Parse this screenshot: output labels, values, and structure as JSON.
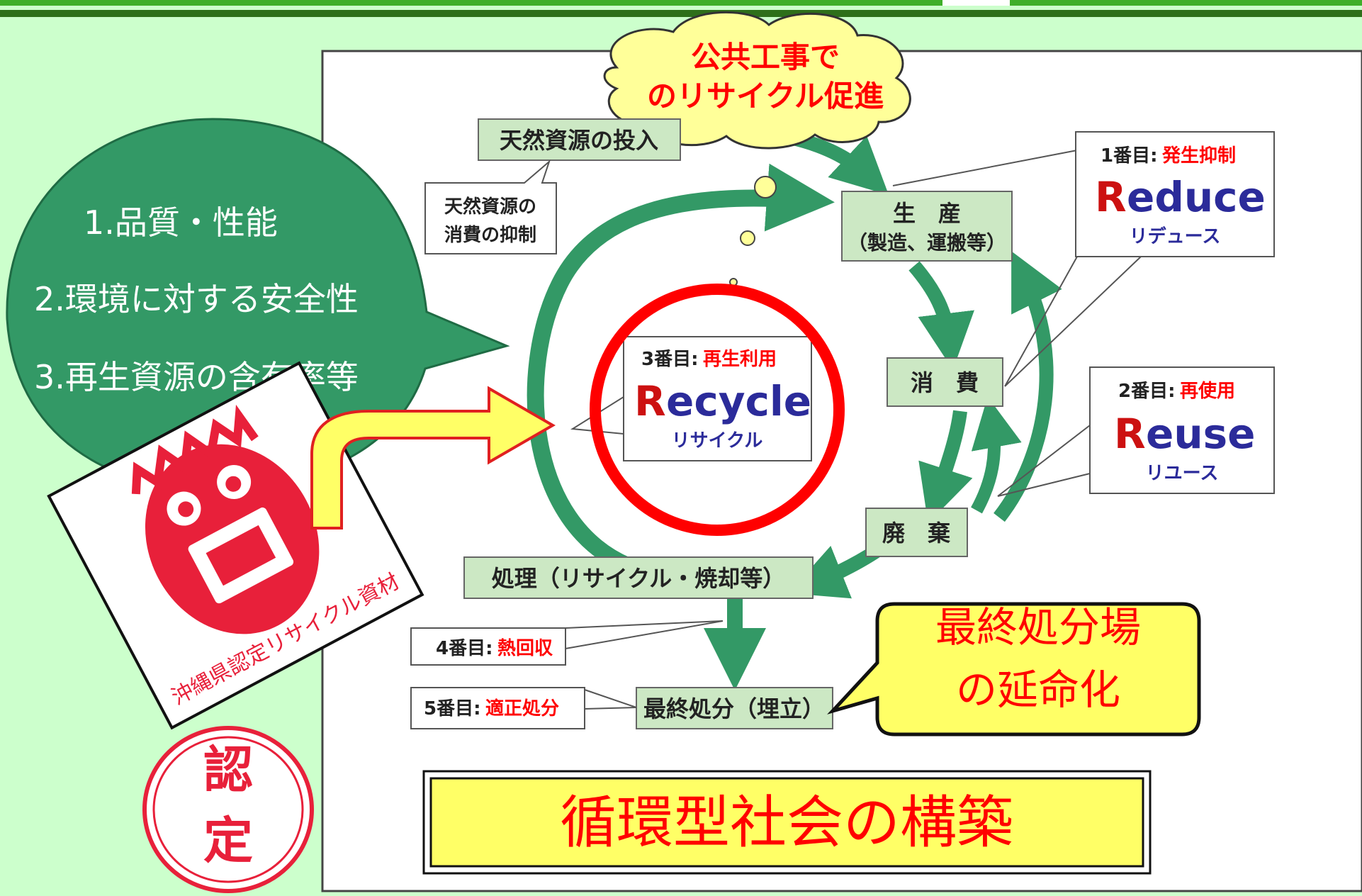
{
  "cloud": {
    "line1": "公共工事で",
    "line2": "のリサイクル促進"
  },
  "criteria_bubble": {
    "item1": "1.品質・性能",
    "item2": "2.環境に対する安全性",
    "item3": "3.再生資源の含有率等"
  },
  "stamp": {
    "caption": "沖縄県認定リサイクル資材",
    "seal_line1": "認",
    "seal_line2": "定"
  },
  "flow": {
    "natural_input": "天然資源の投入",
    "natural_note_line1": "天然資源の",
    "natural_note_line2": "消費の抑制",
    "production_line1": "生　産",
    "production_line2": "（製造、運搬等）",
    "consumption": "消　費",
    "disposal": "廃　棄",
    "treatment": "処理（リサイクル・焼却等）",
    "final_disposal": "最終処分（埋立）"
  },
  "steps": {
    "reduce": {
      "prefix": "1番目:",
      "jp": "発生抑制",
      "initial": "R",
      "rest": "educe",
      "kana": "リデュース"
    },
    "reuse": {
      "prefix": "2番目:",
      "jp": "再使用",
      "initial": "R",
      "rest": "euse",
      "kana": "リユース"
    },
    "recycle": {
      "prefix": "3番目:",
      "jp": "再生利用",
      "initial": "R",
      "rest": "ecycle",
      "kana": "リサイクル"
    },
    "heat": {
      "prefix": "4番目:",
      "jp": "熱回収"
    },
    "proper": {
      "prefix": "5番目:",
      "jp": "適正処分"
    }
  },
  "landfill_callout": {
    "line1": "最終処分場",
    "line2": "の延命化"
  },
  "banner": "循環型社会の構築",
  "colors": {
    "background": "#ccffcc",
    "header_green": "#2e8b1e",
    "flow_arrow": "#339966",
    "bubble_green": "#339966",
    "box_fill": "#cce8c4",
    "accent_red": "#ff0000",
    "callout_yellow": "#ffff66",
    "recycle_circle": "#ff0000",
    "navy": "#2b2b9a",
    "stamp_red": "#e8203a"
  }
}
